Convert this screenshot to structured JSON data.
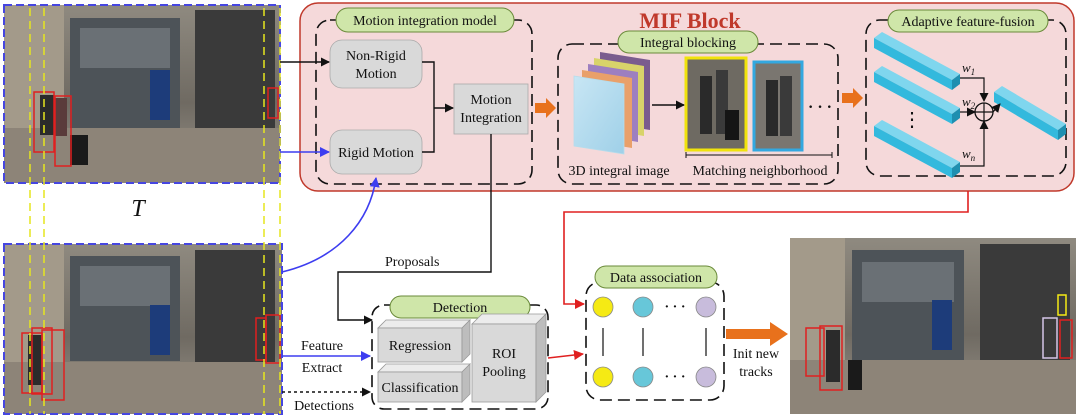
{
  "mif": {
    "title": "MIF Block",
    "motion_model": {
      "title": "Motion integration model",
      "non_rigid_line1": "Non-Rigid",
      "non_rigid_line2": "Motion",
      "rigid": "Rigid Motion",
      "integration_line1": "Motion",
      "integration_line2": "Integration"
    },
    "blocking": {
      "title": "Integral blocking",
      "integral_image": "3D integral image",
      "matching": "Matching neighborhood",
      "ellipsis": "· · ·"
    },
    "fusion": {
      "title": "Adaptive feature-fusion",
      "w1": "w",
      "w1_sub": "1",
      "w2": "w",
      "w2_sub": "2",
      "wn": "w",
      "wn_sub": "n",
      "vdots": "⋮",
      "plus": "⊕"
    }
  },
  "frame_top_label": "T",
  "proposals": "Proposals",
  "detection": {
    "title": "Detection",
    "regression": "Regression",
    "classification": "Classification",
    "roi_line1": "ROI",
    "roi_line2": "Pooling"
  },
  "feature_extract_line1": "Feature",
  "feature_extract_line2": "Extract",
  "detections": "Detections",
  "data_association": {
    "title": "Data association",
    "ellipsis": "· · ·"
  },
  "init_line1": "Init new",
  "init_line2": "tracks",
  "colors": {
    "mif_fill": "#f5d9da",
    "mif_border": "#c0392b",
    "title_red": "#c0392b",
    "label_green": "#cfe6a9",
    "node_grey": "#d9d9d9",
    "arrow_orange": "#e8711c",
    "arrow_blue": "#3d3df0",
    "arrow_red": "#e02020",
    "cube_cyan": "#33b9dd",
    "dot_yellow": "#f5ea14",
    "dot_cyan": "#67c7d9",
    "dot_lavender": "#c8bcdc",
    "frame_dashed_blue": "#4646e0",
    "guide_yellow": "#e6e61e"
  }
}
